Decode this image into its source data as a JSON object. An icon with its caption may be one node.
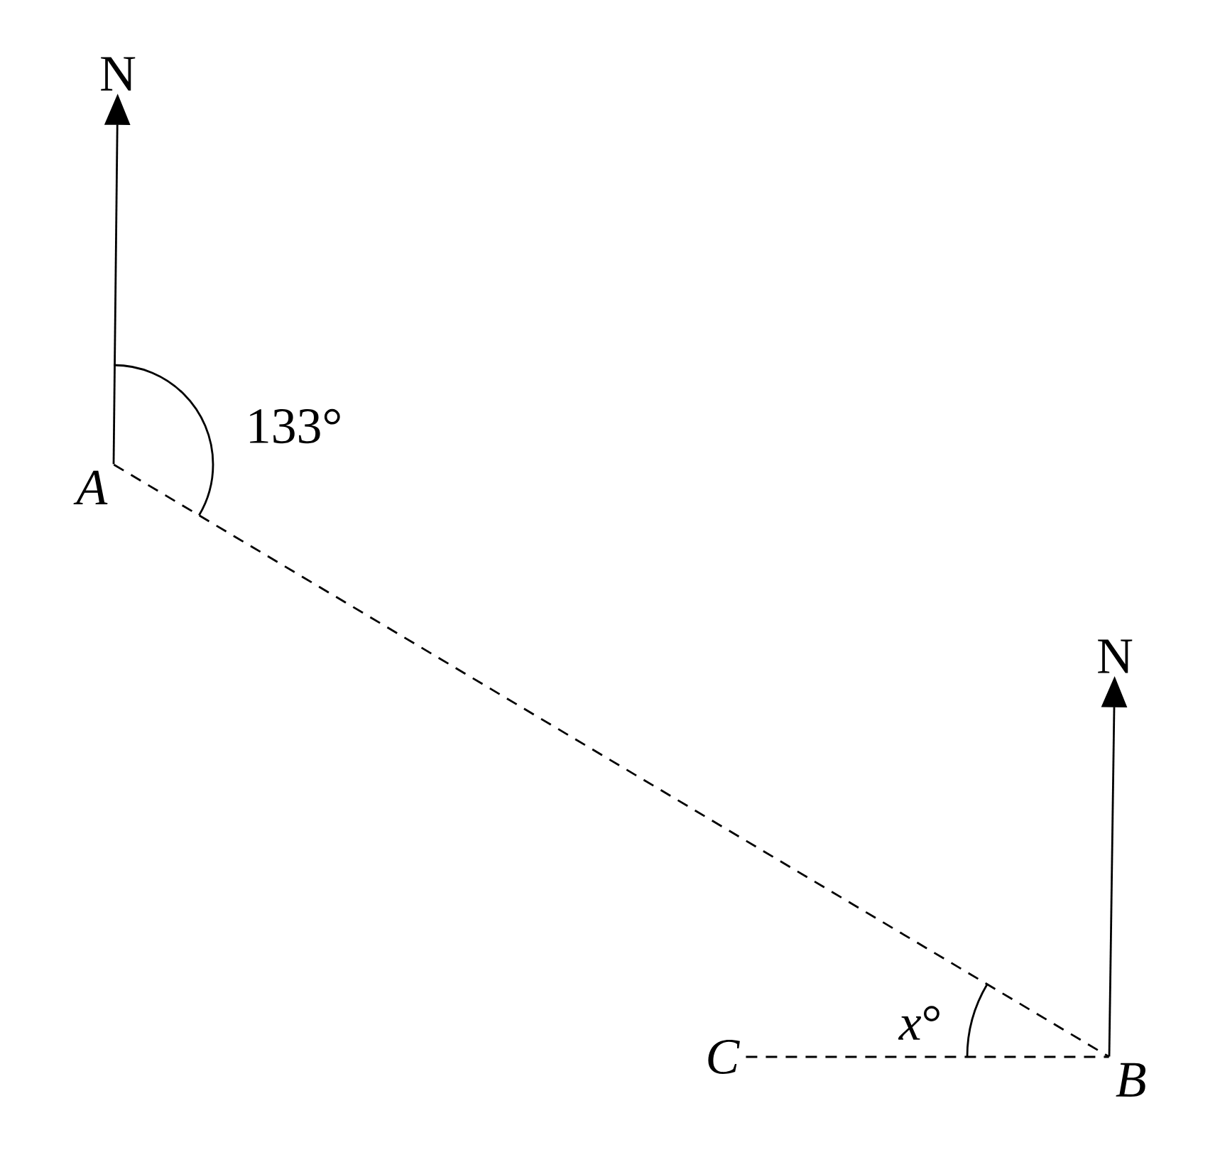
{
  "diagram": {
    "nodes": [
      {
        "text": [
          "N"
        ]
      },
      {
        "text": [
          "A"
        ]
      },
      {
        "text": [
          "N"
        ]
      },
      {
        "text": [
          "C"
        ]
      },
      {
        "text": [
          "B"
        ]
      }
    ],
    "edges": [
      {
        "from": 1,
        "to": 0,
        "arrow": "to"
      },
      {
        "from": 1,
        "to": 4,
        "arrow": "none",
        "style": "dashed"
      },
      {
        "from": 4,
        "to": 2,
        "arrow": "to"
      },
      {
        "from": 3,
        "to": 4,
        "arrow": "none",
        "style": "dashed"
      }
    ],
    "labels": [
      "133°",
      "*x*°"
    ]
  }
}
